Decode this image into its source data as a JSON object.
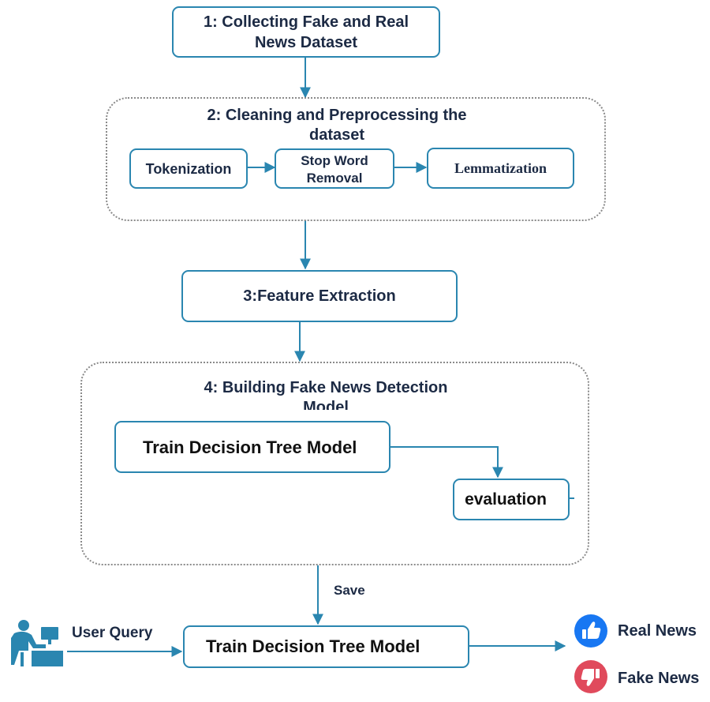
{
  "steps": {
    "step1_line1": "1:  Collecting Fake and Real",
    "step1_line2": "News Dataset",
    "step2_line1": "2: Cleaning and Preprocessing the",
    "step2_line2": "dataset",
    "tokenization": "Tokenization",
    "stopword_line1": "Stop Word",
    "stopword_line2": "Removal",
    "lemmatization": "Lemmatization",
    "step3": "3:Feature Extraction",
    "step4_line1": "4: Building Fake News Detection",
    "step4_line2": "Model",
    "train_top": "Train Decision Tree Model",
    "evaluation": "evaluation",
    "save": "Save",
    "user_query": "User Query",
    "train_bottom": "Train Decision Tree Model",
    "real_news": "Real News",
    "fake_news": "Fake News"
  },
  "colors": {
    "arrow": "#2a86b0",
    "box_border": "#2a86b0",
    "group_border": "#8a8a8a",
    "title_text": "#1c2a44",
    "like": "#1877f2",
    "dislike": "#e04a5c"
  },
  "icons": {
    "user": "user-at-computer-icon",
    "like": "thumbs-up-icon",
    "dislike": "thumbs-down-icon"
  }
}
